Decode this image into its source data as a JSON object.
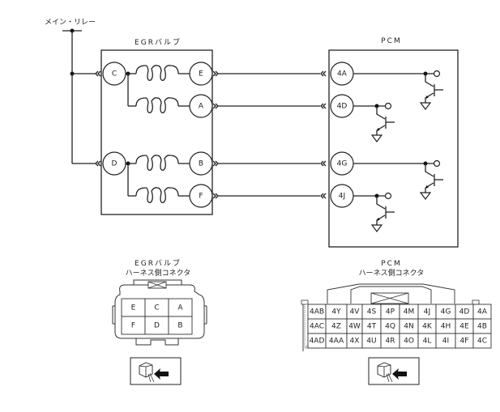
{
  "main_relay": {
    "label": "メイン・リレー"
  },
  "egr_valve": {
    "title": "EGRバルブ",
    "pins": [
      {
        "id": "C",
        "side": "left",
        "row": 1
      },
      {
        "id": "E",
        "side": "right",
        "row": 1
      },
      {
        "id": "A",
        "side": "right",
        "row": 2
      },
      {
        "id": "D",
        "side": "left",
        "row": 3
      },
      {
        "id": "B",
        "side": "right",
        "row": 3
      },
      {
        "id": "F",
        "side": "right",
        "row": 4
      }
    ]
  },
  "pcm": {
    "title": "PCM",
    "pins": [
      {
        "id": "4A",
        "from": "E"
      },
      {
        "id": "4D",
        "from": "A"
      },
      {
        "id": "4G",
        "from": "B"
      },
      {
        "id": "4J",
        "from": "F"
      }
    ]
  },
  "egr_connector": {
    "title_line1": "EGRバルブ",
    "title_line2": "ハーネス側コネクタ",
    "rows": [
      [
        "E",
        "C",
        "A"
      ],
      [
        "F",
        "D",
        "B"
      ]
    ]
  },
  "pcm_connector": {
    "title_line1": "PCM",
    "title_line2": "ハーネス側コネクタ",
    "rows": [
      [
        "4AB",
        "4Y",
        "4V",
        "4S",
        "4P",
        "4M",
        "4J",
        "4G",
        "4D",
        "4A"
      ],
      [
        "4AC",
        "4Z",
        "4W",
        "4T",
        "4Q",
        "4N",
        "4K",
        "4H",
        "4E",
        "4B"
      ],
      [
        "4AD",
        "4AA",
        "4X",
        "4U",
        "4R",
        "4O",
        "4L",
        "4I",
        "4F",
        "4C"
      ]
    ]
  },
  "icons": {
    "view_direction": "connector-view-arrow-icon"
  }
}
